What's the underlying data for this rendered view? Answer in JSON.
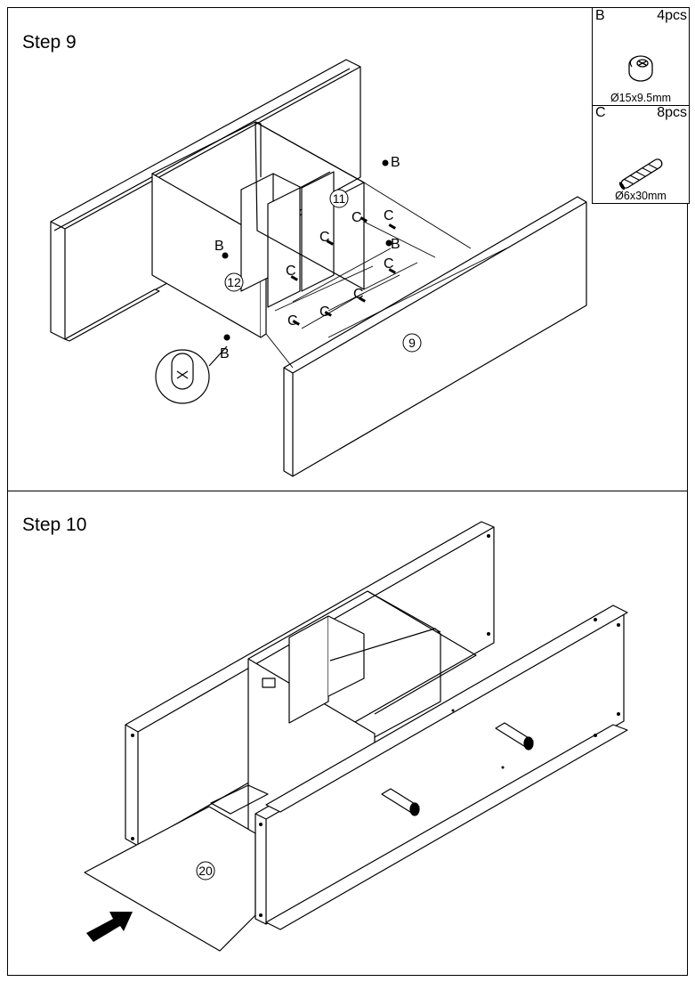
{
  "step9": {
    "title": "Step 9",
    "parts": [
      {
        "letter": "B",
        "qty": "4pcs",
        "size": "Ø15x9.5mm",
        "icon": "cam-lock-icon"
      },
      {
        "letter": "C",
        "qty": "8pcs",
        "size": "Ø6x30mm",
        "icon": "wooden-dowel-icon"
      }
    ],
    "labels": {
      "panel_11": "11",
      "panel_12": "12",
      "panel_9": "9",
      "cam": "B",
      "dowel": "C"
    }
  },
  "step10": {
    "title": "Step 10",
    "labels": {
      "panel_20": "20"
    }
  }
}
